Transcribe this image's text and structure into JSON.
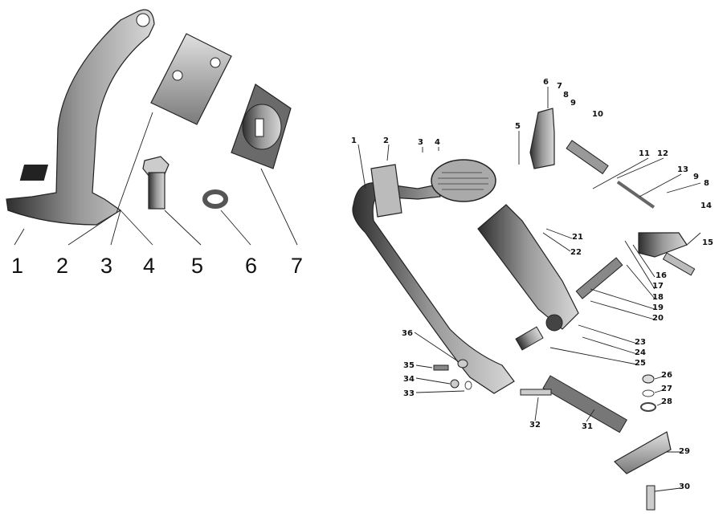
{
  "left_group": {
    "callouts": [
      "1",
      "2",
      "3",
      "4",
      "5",
      "6",
      "7"
    ]
  },
  "right_group": {
    "callouts": [
      "1",
      "2",
      "3",
      "4",
      "5",
      "6",
      "7",
      "8",
      "9",
      "10",
      "11",
      "12",
      "13",
      "9",
      "8",
      "14",
      "15",
      "16",
      "17",
      "18",
      "19",
      "20",
      "21",
      "22",
      "23",
      "24",
      "25",
      "26",
      "27",
      "28",
      "29",
      "30",
      "31",
      "32",
      "33",
      "34",
      "35",
      "36"
    ]
  },
  "colors": {
    "ink": "#111111",
    "shade_dark": "#3a3a3a",
    "shade_mid": "#8a8a8a",
    "shade_light": "#d4d4d4"
  }
}
